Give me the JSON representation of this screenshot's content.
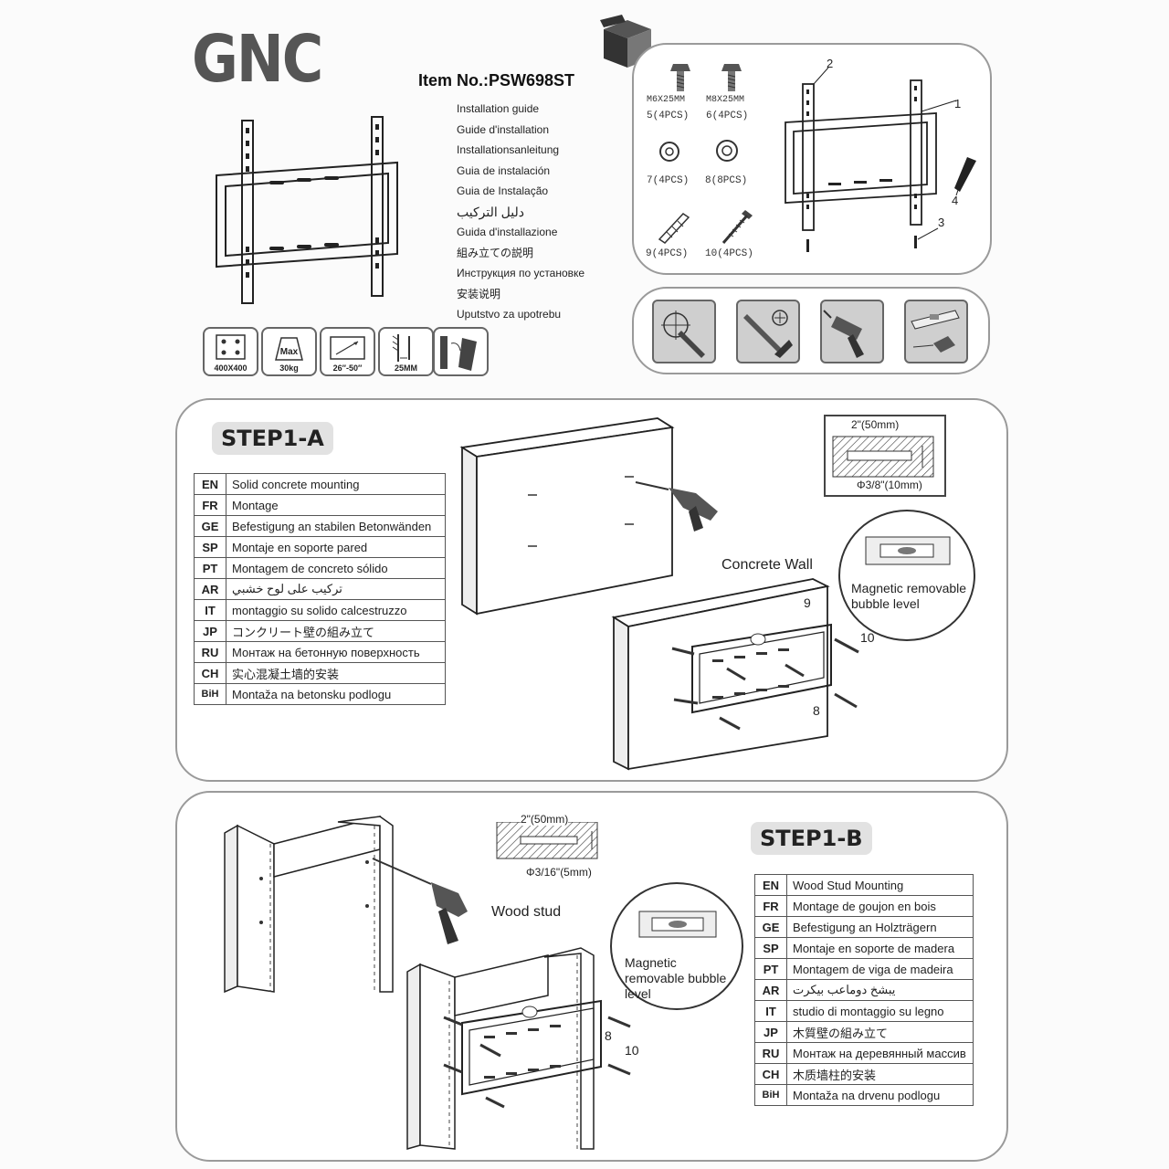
{
  "header": {
    "brand_logo": "GNC",
    "item_no": "Item No.:PSW698ST",
    "guide_titles": [
      "Installation guide",
      "Guide d'installation",
      "Installationsanleitung",
      "Guia de instalación",
      "Guia de Instalação",
      "دليل التركيب",
      "Guida d'installazione",
      "組み立ての説明",
      "Инструкция по установке",
      "安装说明",
      "Uputstvo za upotrebu"
    ]
  },
  "specs": [
    {
      "icon": "vesa-pattern-icon",
      "label": "400X400"
    },
    {
      "icon": "max-weight-icon",
      "label": "30kg",
      "badge": "Max"
    },
    {
      "icon": "screen-size-icon",
      "label": "26″-50″"
    },
    {
      "icon": "wall-distance-icon",
      "label": "25MM"
    },
    {
      "icon": "tilt-angle-icon",
      "label": ""
    }
  ],
  "parts": {
    "items": [
      {
        "number": "5",
        "size": "M6X25MM",
        "qty": "5(4PCS)",
        "icon": "bolt-icon"
      },
      {
        "number": "6",
        "size": "M8X25MM",
        "qty": "6(4PCS)",
        "icon": "bolt-icon"
      },
      {
        "number": "7",
        "size": "",
        "qty": "7(4PCS)",
        "icon": "spacer-icon"
      },
      {
        "number": "8",
        "size": "",
        "qty": "8(8PCS)",
        "icon": "washer-icon"
      },
      {
        "number": "9",
        "size": "",
        "qty": "9(4PCS)",
        "icon": "anchor-icon"
      },
      {
        "number": "10",
        "size": "",
        "qty": "10(4PCS)",
        "icon": "lag-screw-icon"
      }
    ],
    "callouts": [
      "1",
      "2",
      "3",
      "4"
    ]
  },
  "tools": [
    {
      "icon": "pencil-mark-icon"
    },
    {
      "icon": "wrench-screwdriver-icon"
    },
    {
      "icon": "drill-icon"
    },
    {
      "icon": "level-tape-icon"
    }
  ],
  "step1a": {
    "title": "STEP1-A",
    "languages": [
      {
        "code": "EN",
        "text": "Solid concrete mounting"
      },
      {
        "code": "FR",
        "text": "Montage"
      },
      {
        "code": "GE",
        "text": "Befestigung an stabilen Betonwänden"
      },
      {
        "code": "SP",
        "text": "Montaje en soporte pared"
      },
      {
        "code": "PT",
        "text": "Montagem de concreto sólido"
      },
      {
        "code": "AR",
        "text": "تركيب على لوح خشبي"
      },
      {
        "code": "IT",
        "text": "montaggio su solido calcestruzzo"
      },
      {
        "code": "JP",
        "text": "コンクリート壁の組み立て"
      },
      {
        "code": "RU",
        "text": "Монтаж на бетонную поверхность"
      },
      {
        "code": "CH",
        "text": "实心混凝土墙的安装"
      },
      {
        "code": "BiH",
        "text": "Montaža na betonsku podlogu"
      }
    ],
    "drill_depth": "2\"(50mm)",
    "drill_diameter": "Φ3/8\"(10mm)",
    "wall_label": "Concrete Wall",
    "level_label": "Magnetic removable bubble level",
    "callouts": [
      "9",
      "10",
      "8"
    ]
  },
  "step1b": {
    "title": "STEP1-B",
    "languages": [
      {
        "code": "EN",
        "text": "Wood Stud Mounting"
      },
      {
        "code": "FR",
        "text": "Montage de goujon en bois"
      },
      {
        "code": "GE",
        "text": "Befestigung an Holzträgern"
      },
      {
        "code": "SP",
        "text": "Montaje en soporte de madera"
      },
      {
        "code": "PT",
        "text": "Montagem de viga de madeira"
      },
      {
        "code": "AR",
        "text": "يبشخ دوماعب بيكرت"
      },
      {
        "code": "IT",
        "text": "studio di montaggio su legno"
      },
      {
        "code": "JP",
        "text": "木質壁の組み立て"
      },
      {
        "code": "RU",
        "text": "Монтаж на деревянный массив"
      },
      {
        "code": "CH",
        "text": "木质墙柱的安装"
      },
      {
        "code": "BiH",
        "text": "Montaža na drvenu podlogu"
      }
    ],
    "drill_depth": "2\"(50mm)",
    "drill_diameter": "Φ3/16\"(5mm)",
    "stud_label": "Wood stud",
    "level_label": "Magnetic removable bubble level",
    "callouts": [
      "8",
      "10"
    ]
  }
}
